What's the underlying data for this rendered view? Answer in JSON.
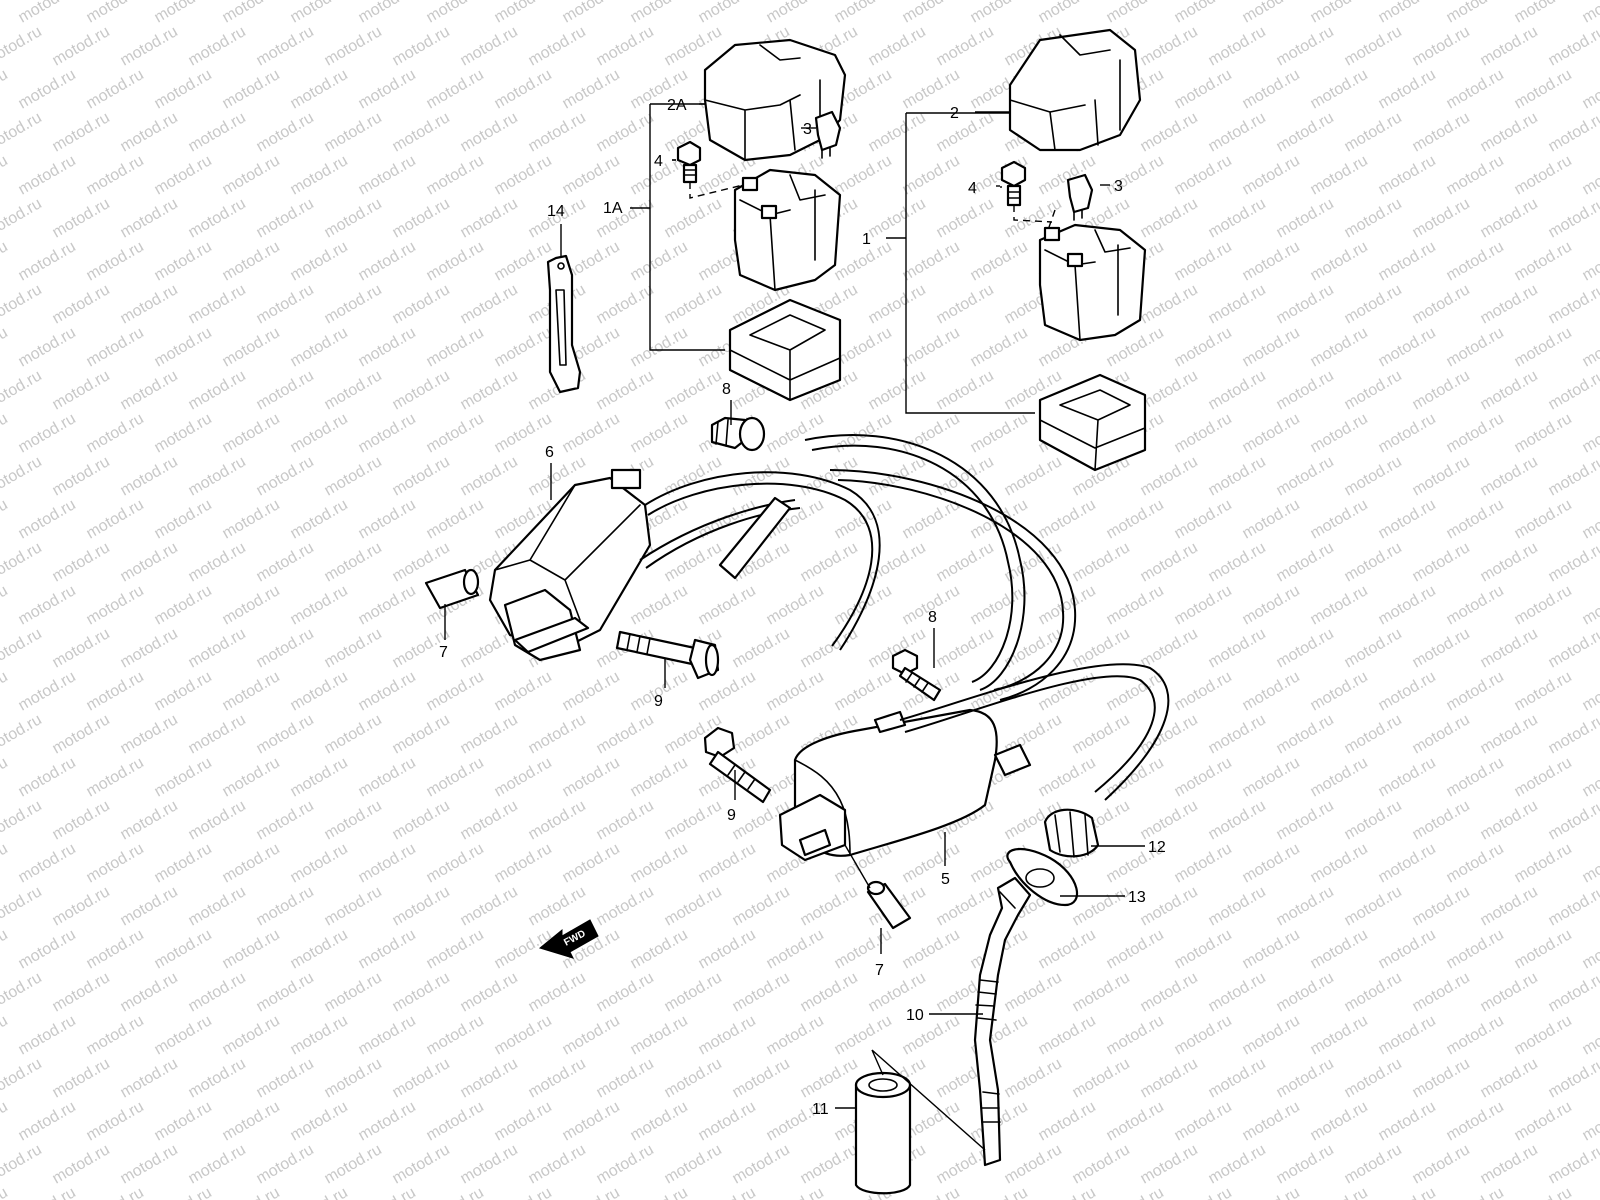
{
  "watermark": {
    "text": "motod.ru",
    "color": "#c8c8c8"
  },
  "callouts": {
    "c1": "1",
    "c1A": "1A",
    "c2": "2",
    "c2A": "2A",
    "c3a": "3",
    "c3b": "3",
    "c4a": "4",
    "c4b": "4",
    "c5": "5",
    "c6": "6",
    "c7a": "7",
    "c7b": "7",
    "c8a": "8",
    "c8b": "8",
    "c9a": "9",
    "c9b": "9",
    "c10": "10",
    "c11": "11",
    "c12": "12",
    "c13": "13",
    "c14": "14"
  },
  "fwd_label": "FWD"
}
